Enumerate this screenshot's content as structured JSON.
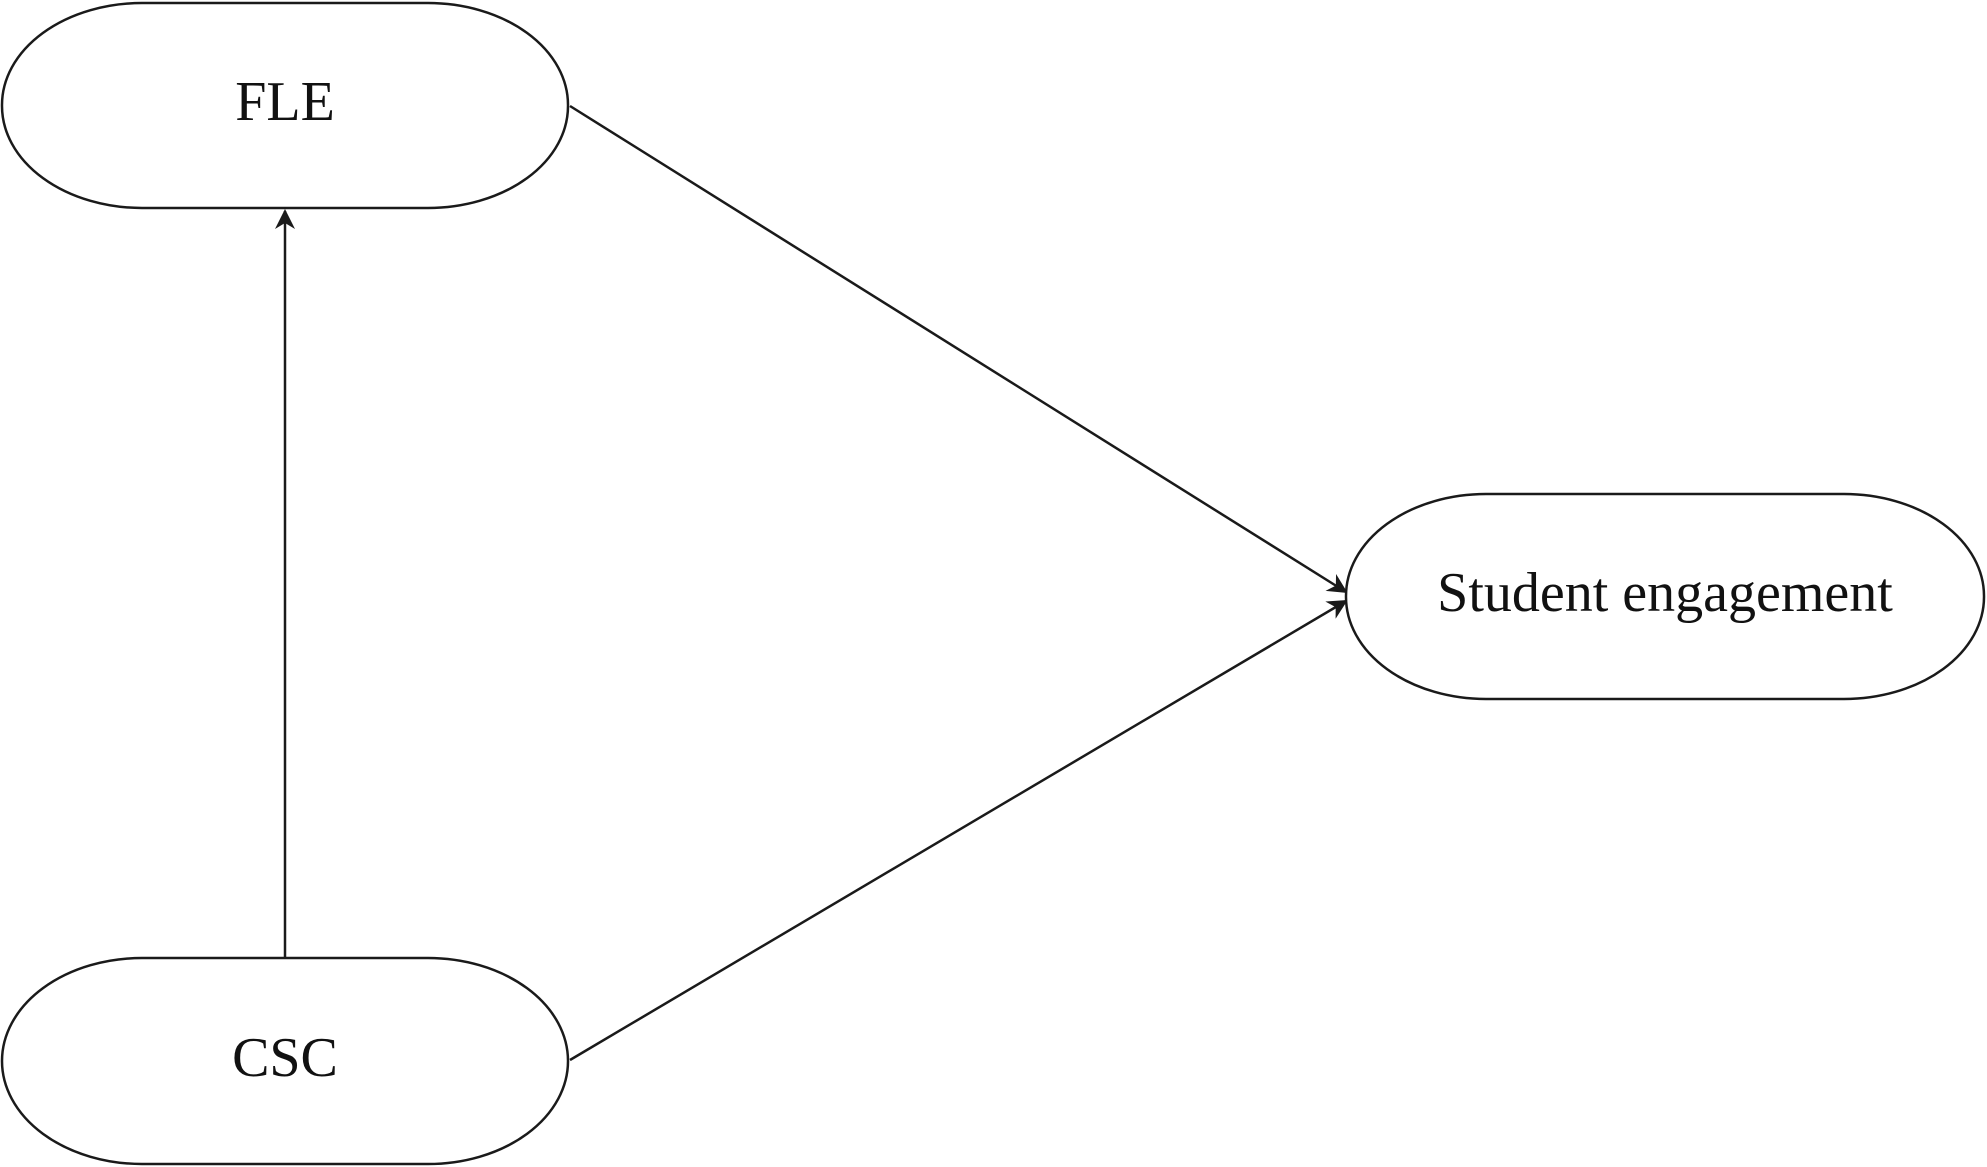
{
  "nodes": {
    "fle": {
      "label": "FLE"
    },
    "csc": {
      "label": "CSC"
    },
    "student_engagement": {
      "label": "Student engagement"
    }
  },
  "edges": [
    {
      "from": "csc",
      "to": "fle"
    },
    {
      "from": "fle",
      "to": "student_engagement"
    },
    {
      "from": "csc",
      "to": "student_engagement"
    }
  ],
  "colors": {
    "stroke": "#1a1a1a",
    "fill": "#ffffff",
    "text": "#111111"
  }
}
